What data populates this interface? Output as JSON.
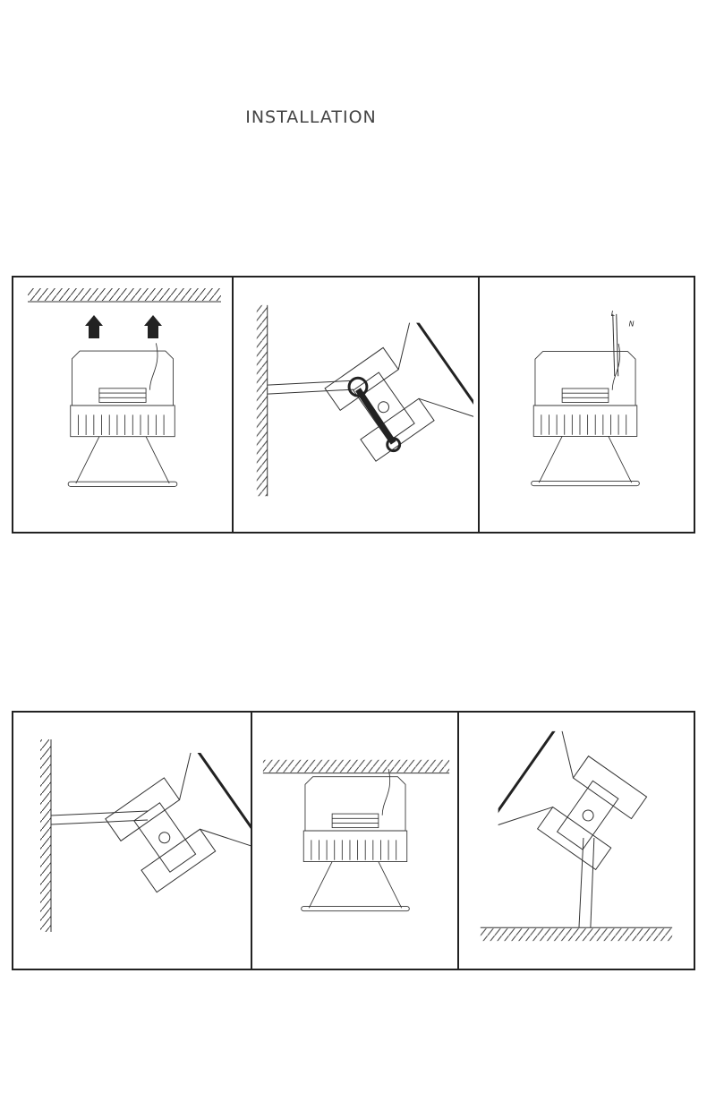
{
  "title": "INSTALLATION",
  "steps": [
    {
      "id": 1,
      "view": "ceiling-mount-front"
    },
    {
      "id": 2,
      "view": "wall-mount-wrench"
    },
    {
      "id": 3,
      "view": "wiring",
      "wire_labels": [
        "L",
        "N"
      ]
    },
    {
      "id": 4,
      "view": "wall-mount-side"
    },
    {
      "id": 5,
      "view": "ceiling-mount-front"
    },
    {
      "id": 6,
      "view": "floor-mount-side"
    }
  ]
}
